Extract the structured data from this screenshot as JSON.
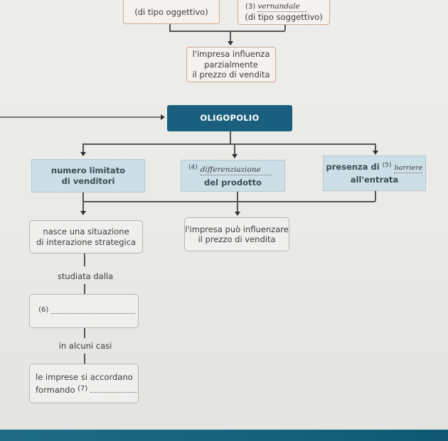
{
  "top": {
    "left_label": "(di tipo oggettivo)",
    "right_num": "(3)",
    "right_hand": "vernandale",
    "right_label": "(di tipo soggettivo)"
  },
  "influence_box": {
    "line1": "l'impresa influenza",
    "line2": "parzialmente",
    "line3": "il prezzo di vendita"
  },
  "title": "OLIGOPOLIO",
  "features": {
    "left": {
      "line1": "numero limitato",
      "line2": "di venditori"
    },
    "mid": {
      "num": "(4)",
      "hand": "differenziazione",
      "line2": "del prodotto"
    },
    "right": {
      "prefix": "presenza di",
      "num": "(5)",
      "hand": "barriere",
      "line2": "all'entrata"
    }
  },
  "consequences": {
    "left": {
      "line1": "nasce una situazione",
      "line2": "di interazione strategica"
    },
    "right": {
      "line1": "l'impresa può influenzare",
      "line2": "il prezzo di vendita"
    }
  },
  "studied_by": "studiata dalla",
  "blank6": {
    "num": "(6)"
  },
  "some_cases": "in alcuni casi",
  "agreement": {
    "line1": "le imprese si accordano",
    "prefix": "formando",
    "num": "(7)"
  }
}
